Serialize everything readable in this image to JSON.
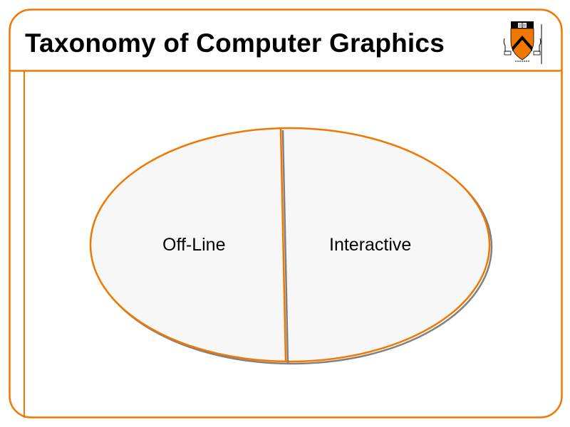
{
  "slide": {
    "title": "Taxonomy of Computer Graphics",
    "logo": "princeton-shield-logo",
    "colors": {
      "accent": "#F07800",
      "shadow": "#808080",
      "ellipse_fill": "#F7F7F7",
      "text": "#000000",
      "background": "#FFFFFF"
    }
  },
  "diagram": {
    "shape": "ellipse-split-vertically",
    "regions": [
      {
        "label": "Off-Line",
        "side": "left"
      },
      {
        "label": "Interactive",
        "side": "right"
      }
    ]
  }
}
